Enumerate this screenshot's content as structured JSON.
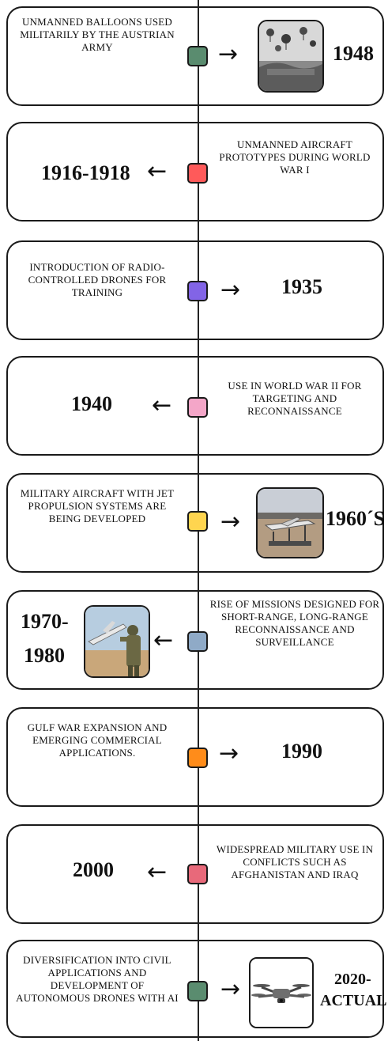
{
  "events": [
    {
      "year": "1948",
      "description": "UNMANNED BALLOONS USED MILITARILY BY THE AUSTRIAN ARMY",
      "color": "#5a8c6f",
      "arrow": "→"
    },
    {
      "year": "1916-1918",
      "description": "UNMANNED AIRCRAFT PROTOTYPES DURING WORLD WAR I",
      "color": "#ff5a5a",
      "arrow": "←"
    },
    {
      "year": "1935",
      "description": "INTRODUCTION OF RADIO-CONTROLLED DRONES FOR TRAINING",
      "color": "#8264e6",
      "arrow": "→"
    },
    {
      "year": "1940",
      "description": "USE IN WORLD WAR II FOR TARGETING AND RECONNAISSANCE",
      "color": "#f4a6c8",
      "arrow": "←"
    },
    {
      "year": "1960´S",
      "description": "MILITARY AIRCRAFT WITH JET PROPULSION SYSTEMS ARE BEING DEVELOPED",
      "color": "#ffd54f",
      "arrow": "→"
    },
    {
      "year_line1": "1970-",
      "year_line2": "1980",
      "description": "RISE OF MISSIONS DESIGNED FOR SHORT-RANGE, LONG-RANGE RECONNAISSANCE AND SURVEILLANCE",
      "color": "#8faac7",
      "arrow": "←"
    },
    {
      "year": "1990",
      "description": "GULF WAR EXPANSION AND EMERGING COMMERCIAL APPLICATIONS.",
      "color": "#ff8c1a",
      "arrow": "→"
    },
    {
      "year": "2000",
      "description": "WIDESPREAD MILITARY USE IN CONFLICTS SUCH AS AFGHANISTAN AND IRAQ",
      "color": "#e8697a",
      "arrow": "←"
    },
    {
      "year_line1": "2020-",
      "year_line2": "ACTUAL",
      "description": "DIVERSIFICATION INTO CIVIL APPLICATIONS AND DEVELOPMENT OF AUTONOMOUS DRONES WITH AI",
      "color": "#5a8c6f",
      "arrow": "→"
    }
  ],
  "images": {
    "1948": "balloons-engraving-icon",
    "1960s": "jet-drone-photo-icon",
    "1970": "soldier-launching-drone-photo-icon",
    "2020": "quadcopter-drone-icon"
  }
}
